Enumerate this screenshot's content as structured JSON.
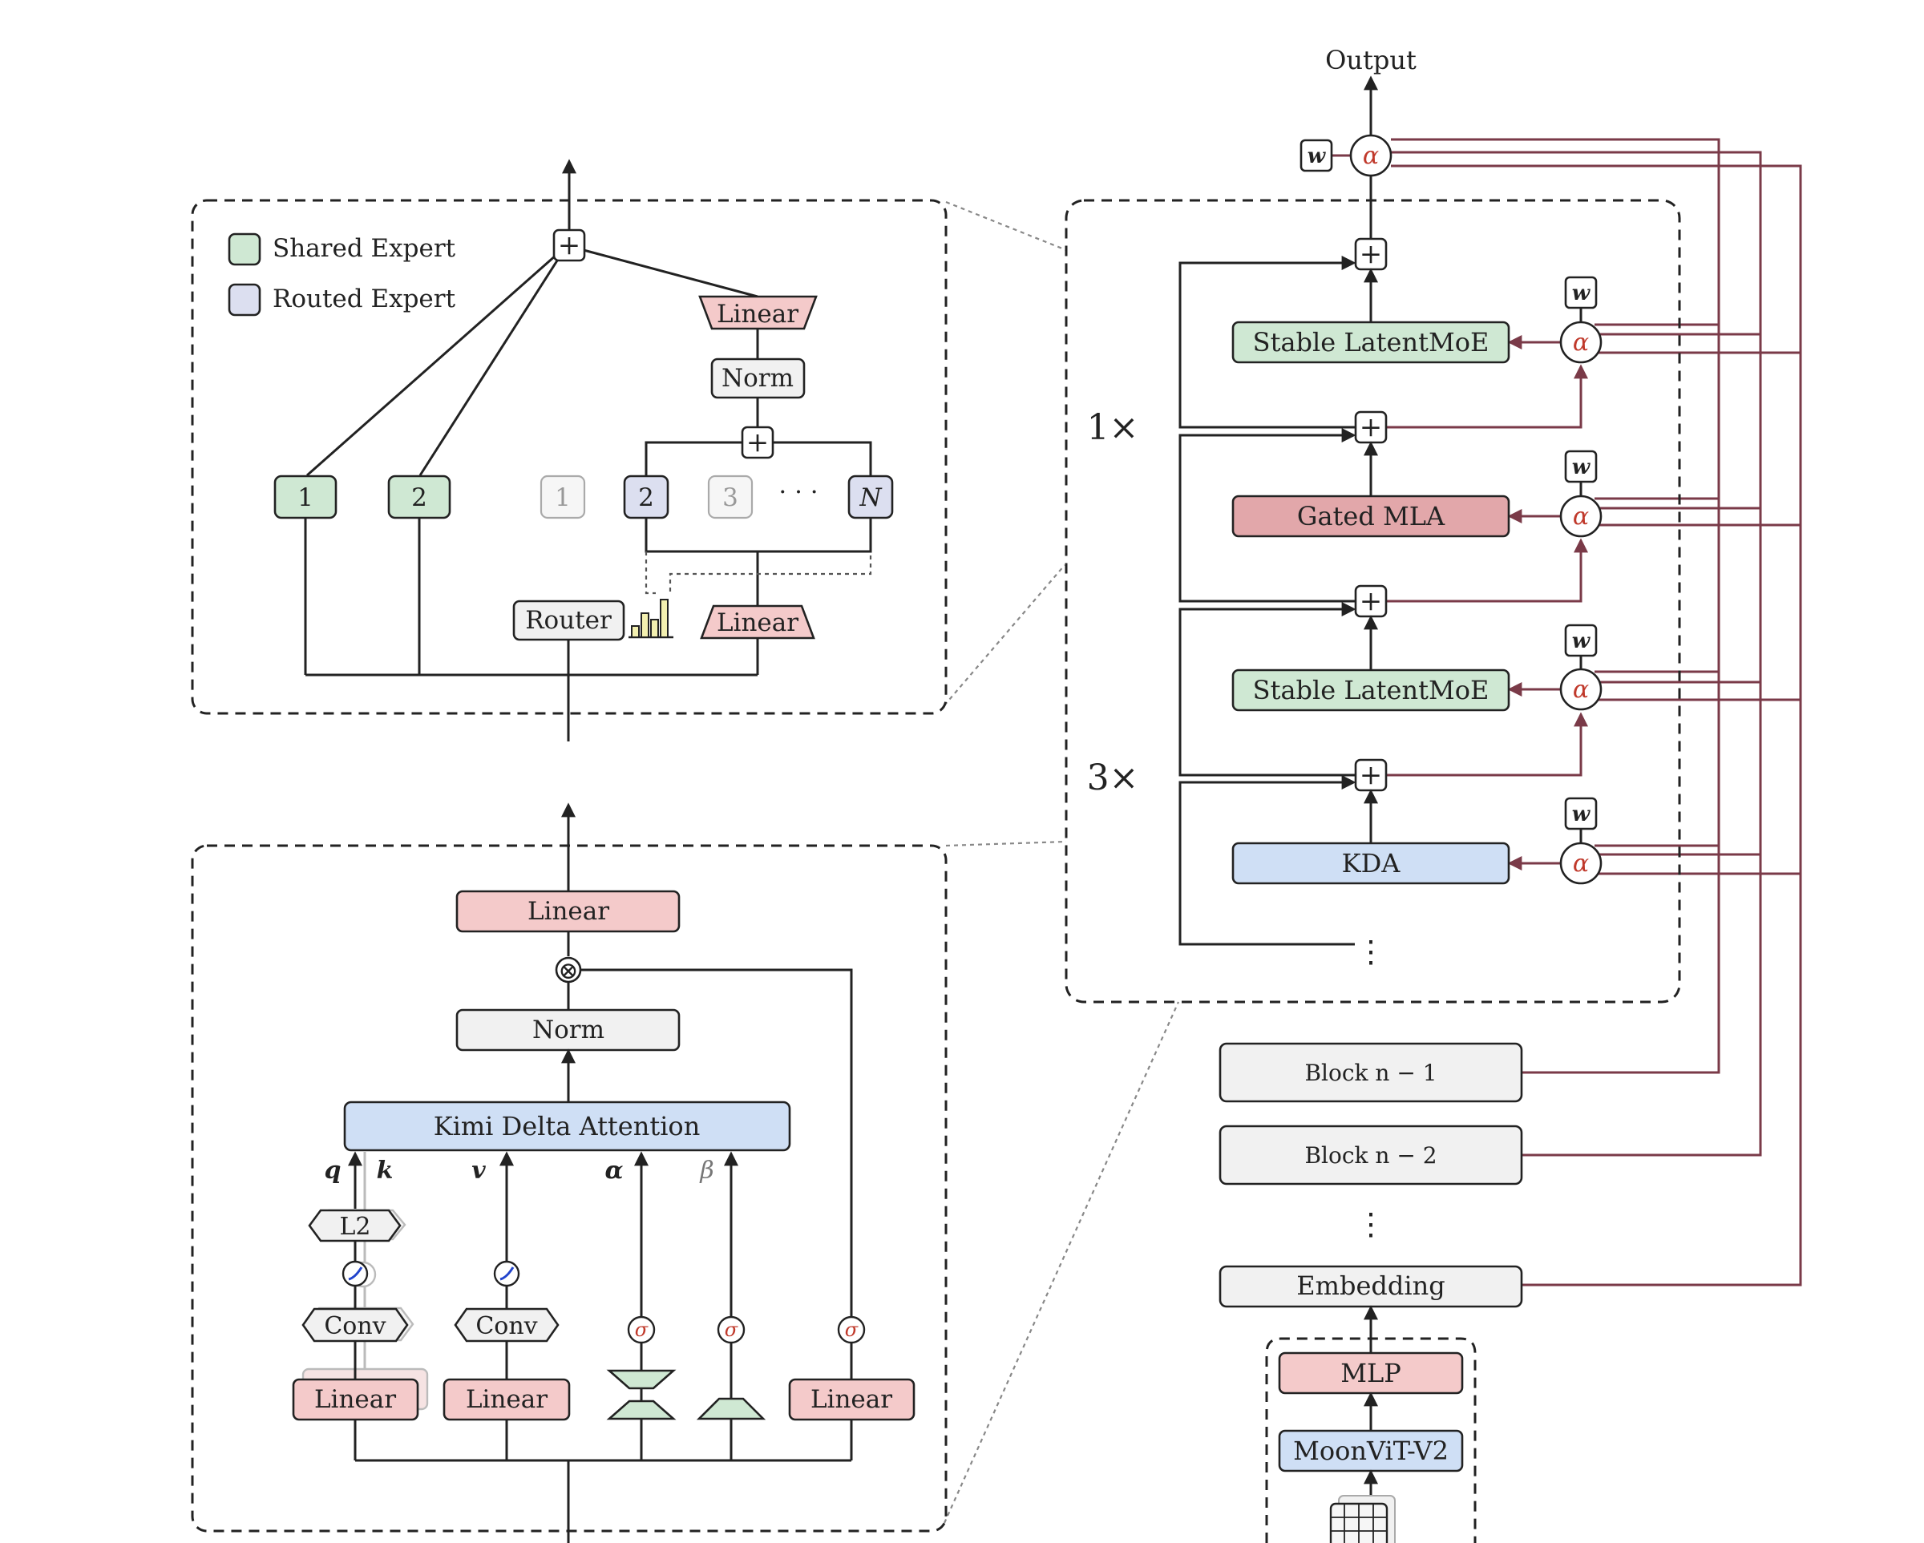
{
  "colors": {
    "shared_green": "#cfe8d3",
    "routed_lavender": "#dcdff0",
    "linear_pink": "#f4caca",
    "mla_pink": "#e2a7aa",
    "blue": "#cfdff5",
    "grey": "#f1f1f1",
    "residual_red": "#7a3a48",
    "sigma_red": "#c0392b",
    "yellow_bar": "#f3f0b0"
  },
  "right": {
    "output": "Output",
    "alpha": "α",
    "w": "w",
    "plus": "+",
    "blocks": [
      {
        "label": "Stable LatentMoE"
      },
      {
        "label": "Gated MLA"
      },
      {
        "label": "Stable LatentMoE"
      },
      {
        "label": "KDA"
      }
    ],
    "mult_1": "1×",
    "mult_3": "3×",
    "vdots": "⋮",
    "block_n1": "Block n − 1",
    "block_n2": "Block n − 2",
    "embedding": "Embedding",
    "mlp": "MLP",
    "moonvit": "MoonViT-V2"
  },
  "moe": {
    "legend_shared": "Shared Expert",
    "legend_routed": "Routed Expert",
    "plus": "+",
    "linear_top": "Linear",
    "norm": "Norm",
    "shared_experts": [
      "1",
      "2"
    ],
    "routed_experts": [
      "1",
      "2",
      "3",
      "N"
    ],
    "dots": "· · ·",
    "router": "Router",
    "linear_bottom": "Linear"
  },
  "kda": {
    "linear_top": "Linear",
    "mult": "⊗",
    "norm": "Norm",
    "attention": "Kimi Delta Attention",
    "inputs": [
      "q",
      "k",
      "v",
      "α",
      "β"
    ],
    "l2": "L2",
    "conv": "Conv",
    "linear": "Linear",
    "sigma": "σ"
  }
}
